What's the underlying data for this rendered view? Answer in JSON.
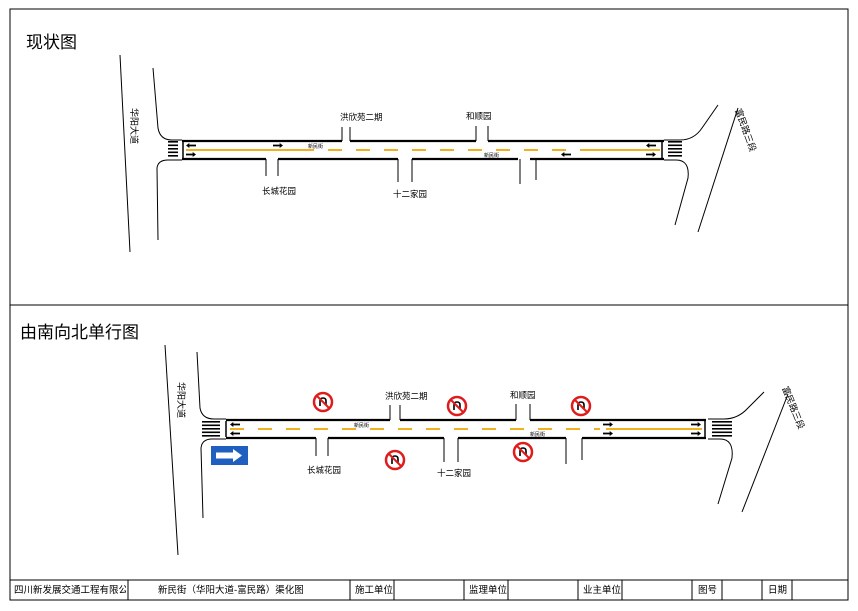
{
  "sections": [
    {
      "title": "现状图",
      "road_left": "华阳大道",
      "road_right": "富民路三段",
      "street": "新民街",
      "labels_north": [
        "洪欣苑二期",
        "和顺园"
      ],
      "labels_south": [
        "长城花园",
        "十二家园"
      ]
    },
    {
      "title": "由南向北单行图",
      "road_left": "华阳大道",
      "road_right": "富民路三段",
      "street": "新民街",
      "labels_north": [
        "洪欣苑二期",
        "和顺园"
      ],
      "labels_south": [
        "长城花园",
        "十二家园"
      ]
    }
  ],
  "icons": {
    "one_way_sign": "right-arrow-icon",
    "prohibition_sign": "no-u-turn-icon"
  },
  "colors": {
    "centerline": "#f2b01e",
    "one_way_sign": "#1f5fbf",
    "prohibition": "#e01b1b"
  },
  "footer": {
    "company": "四川新发展交通工程有限公司",
    "drawing_title": "新民街（华阳大道-富民路）渠化图",
    "construction_unit": "施工单位",
    "supervision_unit": "监理单位",
    "owner_unit": "业主单位",
    "drawing_number": "图号",
    "date": "日期"
  }
}
